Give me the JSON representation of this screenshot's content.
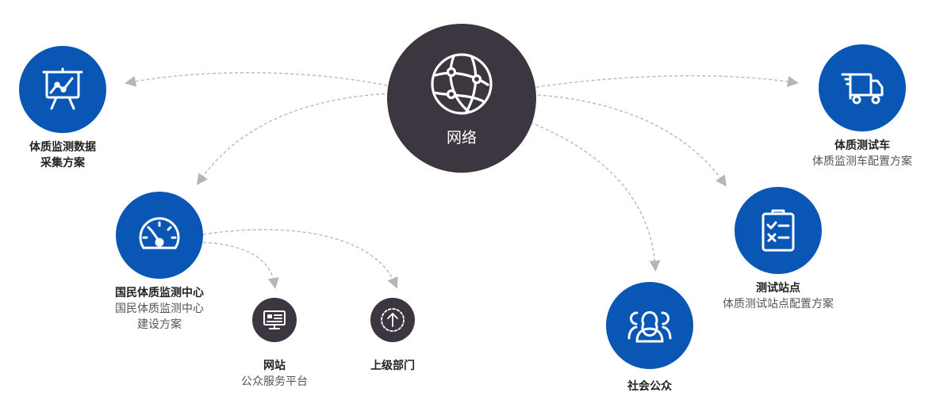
{
  "hub": {
    "label": "网络",
    "icon": "globe-network-icon"
  },
  "nodes": {
    "data_collection": {
      "icon": "presentation-chart-icon",
      "lines": [
        "体质监测数据",
        "采集方案"
      ]
    },
    "national_center": {
      "icon": "speedometer-gauge-icon",
      "title": "国民体质监测中心",
      "subtitle": [
        "国民体质监测中心",
        "建设方案"
      ]
    },
    "website": {
      "icon": "monitor-window-icon",
      "title": "网站",
      "subtitle": "公众服务平台"
    },
    "superior": {
      "icon": "upload-arrow-icon",
      "title": "上级部门"
    },
    "test_vehicle": {
      "icon": "delivery-truck-icon",
      "title": "体质测试车",
      "subtitle": "体质监测车配置方案"
    },
    "test_station": {
      "icon": "clipboard-checklist-icon",
      "title": "测试站点",
      "subtitle": "体质测试站点配置方案"
    },
    "public": {
      "icon": "people-group-icon",
      "title": "社会公众"
    }
  },
  "colors": {
    "blue": "#0a56b4",
    "dark": "#3b3640",
    "connector": "#b5b5b5"
  }
}
